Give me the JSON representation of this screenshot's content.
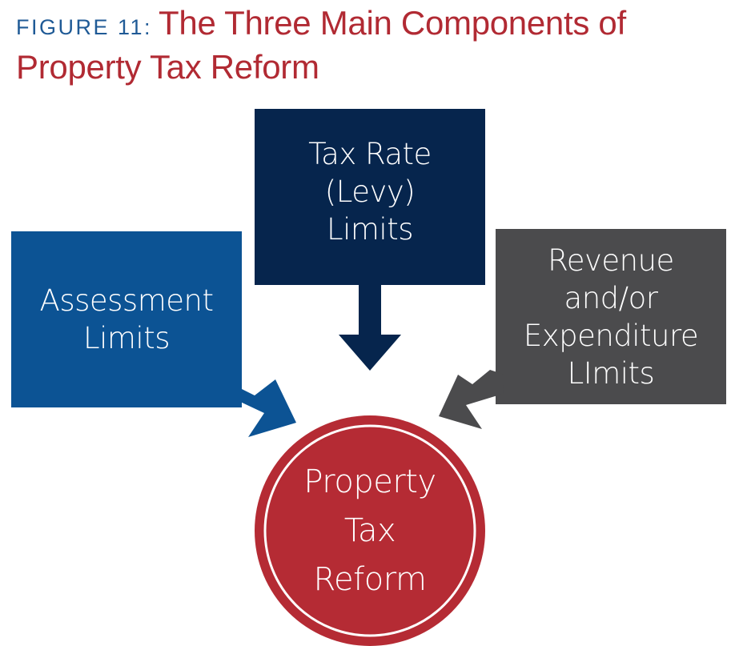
{
  "header": {
    "figure_label": "FIGURE 11:",
    "title": "The Three Main Components of Property Tax Reform"
  },
  "diagram": {
    "boxes": {
      "assessment": "Assessment\nLimits",
      "tax_rate": "Tax Rate\n(Levy)\nLimits",
      "revenue": "Revenue\nand/or\nExpenditure\nLImits"
    },
    "center": "Property\nTax\nReform"
  },
  "colors": {
    "title_red": "#b12a33",
    "figure_label_blue": "#1f5a96",
    "assessment_blue": "#0c5394",
    "tax_rate_navy": "#06254d",
    "revenue_gray": "#4b4b4d",
    "center_red": "#b52b34"
  }
}
